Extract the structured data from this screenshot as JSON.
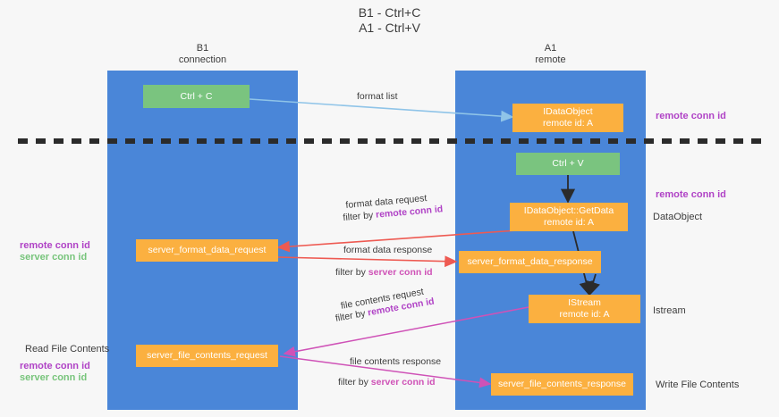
{
  "title": {
    "line1": "B1 - Ctrl+C",
    "line2": "A1 - Ctrl+V"
  },
  "lanes": [
    {
      "id": "b1",
      "name": "B1",
      "sub": "connection",
      "color": "#4a86d8"
    },
    {
      "id": "a1",
      "name": "A1",
      "sub": "remote",
      "color": "#4a86d8"
    }
  ],
  "colors": {
    "lane": "#4a86d8",
    "green_box": "#7ac47f",
    "orange_box": "#fbb040",
    "remote_conn_id": "#b043c6",
    "server_conn_id": "#77c47b",
    "arrow_blue": "#8fc4e8",
    "arrow_red": "#ee5a52",
    "arrow_magenta": "#cf52b7",
    "arrow_black": "#2b2b2b",
    "background": "#f7f7f7"
  },
  "nodes": {
    "ctrl_c": {
      "label": "Ctrl + C",
      "style": "green"
    },
    "idataobject": {
      "line1": "IDataObject",
      "line2": "remote id: A",
      "style": "orange"
    },
    "ctrl_v": {
      "label": "Ctrl + V",
      "style": "green"
    },
    "getdata": {
      "line1": "IDataObject::GetData",
      "line2": "remote id: A",
      "style": "orange"
    },
    "server_format_data_request": {
      "label": "server_format_data_request",
      "style": "orange"
    },
    "server_format_data_response": {
      "label": "server_format_data_response",
      "style": "orange"
    },
    "istream": {
      "line1": "IStream",
      "line2": "remote id: A",
      "style": "orange"
    },
    "server_file_contents_request": {
      "label": "server_file_contents_request",
      "style": "orange"
    },
    "server_file_contents_response": {
      "label": "server_file_contents_response",
      "style": "orange"
    }
  },
  "arrow_labels": {
    "format_list": "format list",
    "format_data_request": "format data request",
    "format_data_request_filter_prefix": "filter by ",
    "format_data_request_filter_value": "remote conn id",
    "format_data_response": "format data response",
    "format_data_response_filter_prefix": "filter by ",
    "format_data_response_filter_value": "server conn id",
    "file_contents_request": "file contents request",
    "file_contents_request_filter_prefix": "filter by ",
    "file_contents_request_filter_value": "remote conn id",
    "file_contents_response": "file contents response",
    "file_contents_response_filter_prefix": "filter by ",
    "file_contents_response_filter_value": "server conn id"
  },
  "annotations": {
    "right_top_remote": "remote conn id",
    "right_mid_remote": "remote conn id",
    "right_dataobject": "DataObject",
    "right_istream": "Istream",
    "right_write_file": "Write File Contents",
    "left_remote": "remote conn id",
    "left_server": "server conn id",
    "left_read_file": "Read File Contents",
    "left_remote2": "remote conn id",
    "left_server2": "server conn id"
  }
}
